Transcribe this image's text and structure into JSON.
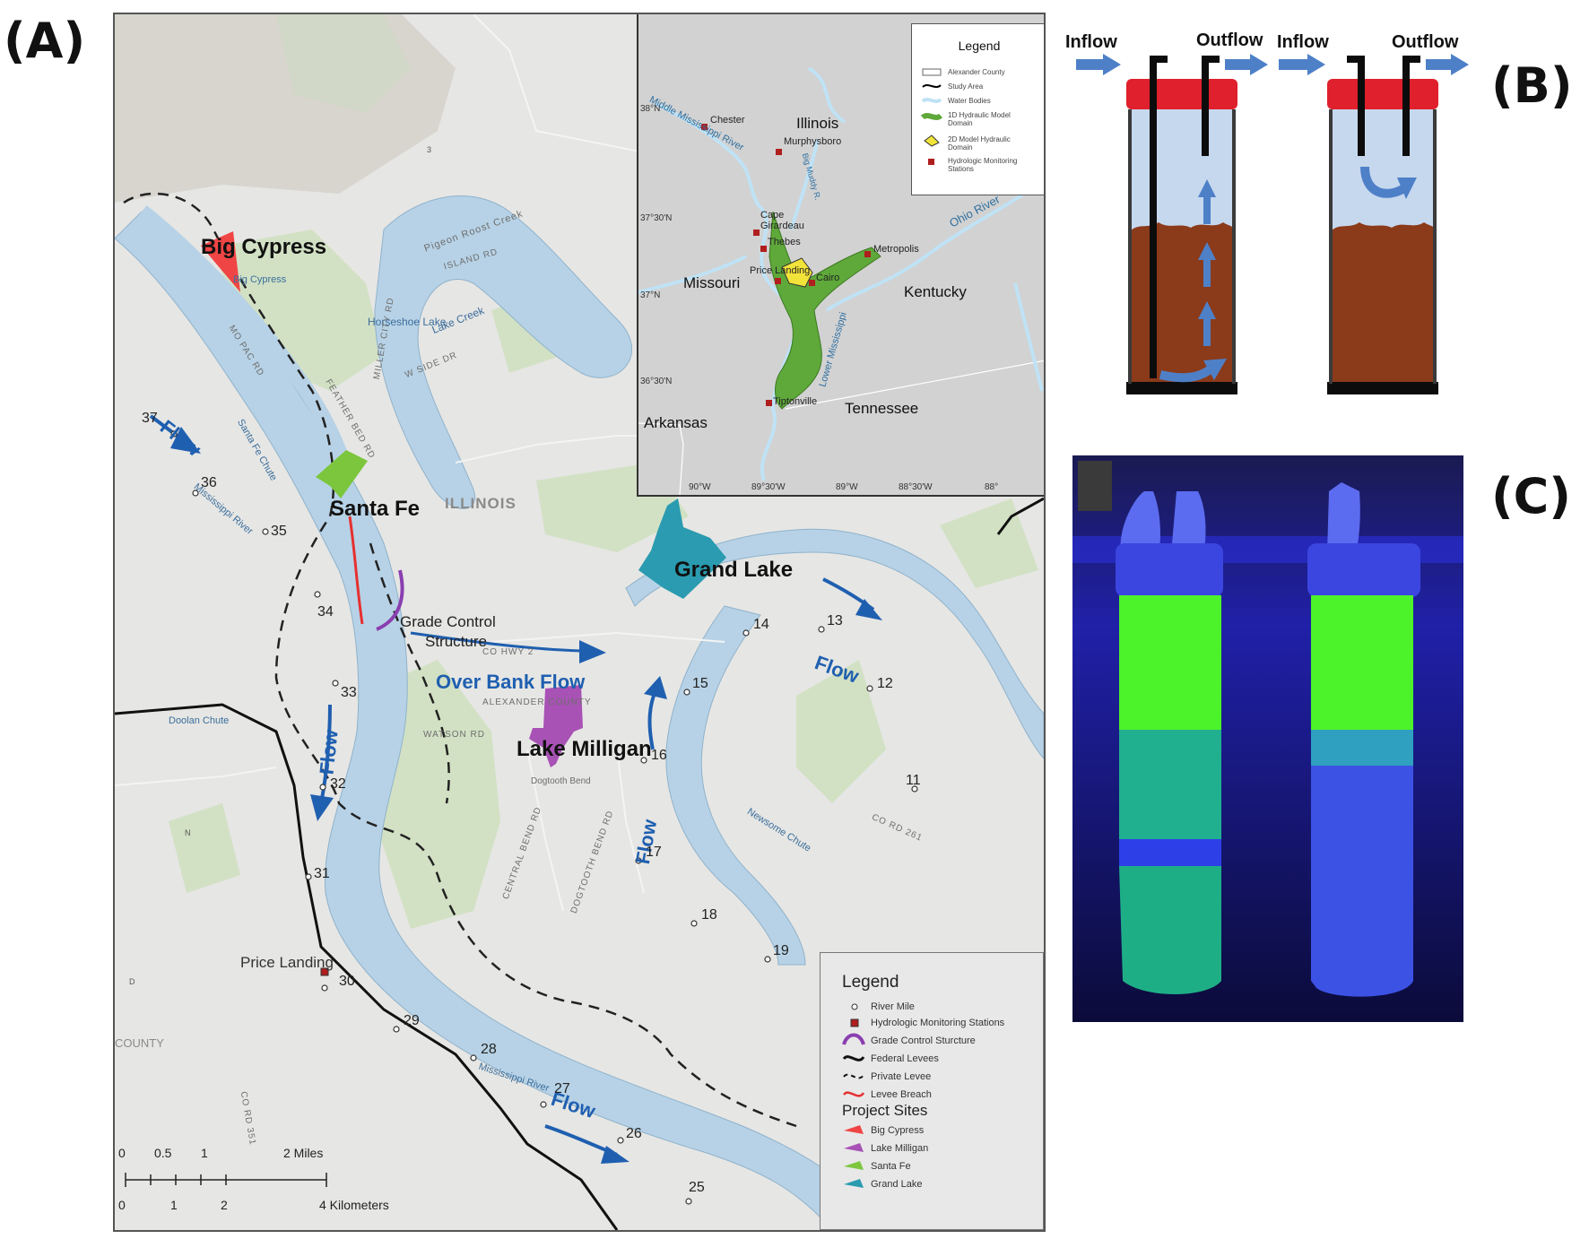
{
  "panels": {
    "a": "(A)",
    "b": "(B)",
    "c": "(C)"
  },
  "map": {
    "sites": {
      "big_cypress": "Big Cypress",
      "santa_fe": "Santa Fe",
      "grand_lake": "Grand Lake",
      "lake_milligan": "Lake Milligan"
    },
    "annotations": {
      "grade_control_line1": "Grade Control",
      "grade_control_line2": "Structure",
      "over_bank_flow": "Over Bank Flow",
      "price_landing": "Price Landing",
      "flow": "Flow"
    },
    "river_miles": [
      "37",
      "36",
      "35",
      "34",
      "33",
      "32",
      "31",
      "30",
      "29",
      "28",
      "27",
      "26",
      "25",
      "19",
      "18",
      "17",
      "16",
      "15",
      "14",
      "13",
      "12",
      "11"
    ],
    "labels": {
      "illinois": "ILLINOIS",
      "county": "COUNTY",
      "pigeon_roost_creek": "Pigeon Roost Creek",
      "island_rd": "ISLAND RD",
      "horseshoe_lake": "Horseshoe Lake",
      "lake_creek": "Lake Creek",
      "w_side_dr": "W SIDE DR",
      "big_cypress_small": "Big Cypress",
      "miller_city_rd": "MILLER CITY RD",
      "mo_pac_rd": "MO PAC RD",
      "feather_bed_rd": "FEATHER BED RD",
      "santa_fe_chute": "Santa Fe Chute",
      "mississippi_river": "Mississippi River",
      "co_hwy_2": "CO HWY 2",
      "alexander_county": "ALEXANDER COUNTY",
      "doolan_chute": "Doolan Chute",
      "watson_rd": "WATSON RD",
      "central_bend_rd": "CENTRAL BEND RD",
      "dogtooth_bend_rd": "DOGTOOTH BEND RD",
      "newsome_chute": "Newsome Chute",
      "co_rd_351": "CO RD 351",
      "co_rd_261": "CO RD 261",
      "route_3": "3",
      "route_n": "N",
      "route_d": "D",
      "dogtooth": "Dogtooth Bend"
    },
    "scale": {
      "miles_ticks": [
        "0",
        "0.5",
        "1",
        "2 Miles"
      ],
      "km_ticks": [
        "0",
        "1",
        "2",
        "4 Kilometers"
      ]
    },
    "north": "N",
    "legend": {
      "title": "Legend",
      "items": [
        "River Mile",
        "Hydrologic Monitoring Stations",
        "Grade Control Sturcture",
        "Federal Levees",
        "Private Levee",
        "Levee Breach"
      ],
      "project_sites_title": "Project Sites",
      "project_sites": [
        "Big Cypress",
        "Lake Milligan",
        "Santa Fe",
        "Grand Lake"
      ]
    },
    "colors": {
      "big_cypress": "#f04545",
      "santa_fe": "#7cc63e",
      "grand_lake": "#2a9bb0",
      "lake_milligan": "#a852b5",
      "river": "#b7d2e6",
      "flow_arrow": "#1f5fb0",
      "levee_breach": "#e63030",
      "grade_control": "#8a3fb0"
    }
  },
  "inset": {
    "states": {
      "illinois": "Illinois",
      "missouri": "Missouri",
      "kentucky": "Kentucky",
      "tennessee": "Tennessee",
      "arkansas": "Arkansas"
    },
    "cities": [
      "Chester",
      "Murphysboro",
      "Cape Girardeau",
      "Thebes",
      "Price Landing",
      "Cairo",
      "Metropolis",
      "Tiptonville"
    ],
    "rivers": {
      "middle_mississippi": "Middle Mississippi River",
      "ohio": "Ohio River",
      "big_muddy": "Big Muddy R.",
      "lower_mississippi": "Lower Mississippi"
    },
    "lat_labels": [
      "38°N",
      "37°30'N",
      "37°N",
      "36°30'N"
    ],
    "lon_labels": [
      "90°W",
      "89°30'W",
      "89°W",
      "88°30'W",
      "88°"
    ],
    "legend": {
      "title": "Legend",
      "items": [
        "Alexander County",
        "Study Area",
        "Water Bodies",
        "1D Hydraulic Model Domain",
        "2D Model Hydraulic Domain",
        "Hydrologic Monitoring Stations"
      ]
    }
  },
  "panel_b": {
    "labels": [
      "Inflow",
      "Outflow",
      "Inflow",
      "Outflow"
    ],
    "colors": {
      "cap": "#e0202c",
      "water": "#c6d8ee",
      "sediment": "#8b3a1a",
      "arrow": "#4e80c8"
    }
  }
}
